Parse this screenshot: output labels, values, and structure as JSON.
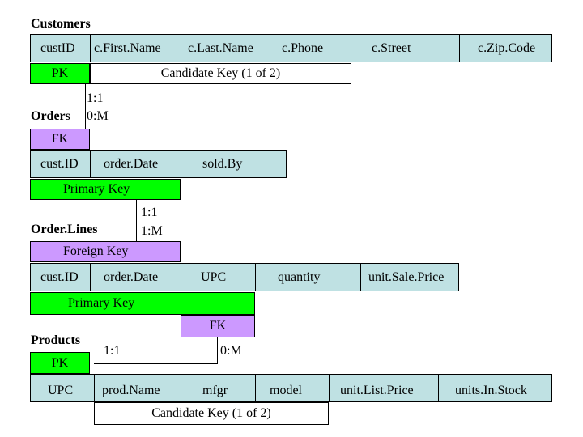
{
  "customers": {
    "title": "Customers",
    "columns": [
      "custID",
      "c.First.Name",
      "c.Last.Name",
      "c.Phone",
      "c.Street",
      "c.Zip.Code"
    ],
    "pk_label": "PK",
    "candidate_key_label": "Candidate Key (1 of 2)"
  },
  "rel_customers_orders": {
    "top": "1:1",
    "bottom": "0:M"
  },
  "orders": {
    "title": "Orders",
    "fk_label": "FK",
    "columns": [
      "cust.ID",
      "order.Date",
      "sold.By"
    ],
    "primary_key_label": "Primary Key"
  },
  "rel_orders_orderlines": {
    "top": "1:1",
    "bottom": "1:M"
  },
  "orderlines": {
    "title": "Order.Lines",
    "foreign_key_label": "Foreign Key",
    "columns": [
      "cust.ID",
      "order.Date",
      "UPC",
      "quantity",
      "unit.Sale.Price"
    ],
    "primary_key_label": "Primary Key",
    "fk_label": "FK"
  },
  "rel_products_orderlines": {
    "left": "1:1",
    "right": "0:M"
  },
  "products": {
    "title": "Products",
    "pk_label": "PK",
    "columns": [
      "UPC",
      "prod.Name",
      "mfgr",
      "model",
      "unit.List.Price",
      "units.In.Stock"
    ],
    "candidate_key_label": "Candidate Key (1 of 2)"
  },
  "colors": {
    "table_fill": "#bfe1e3",
    "primary_key": "#00ff00",
    "foreign_key": "#cc99ff"
  }
}
